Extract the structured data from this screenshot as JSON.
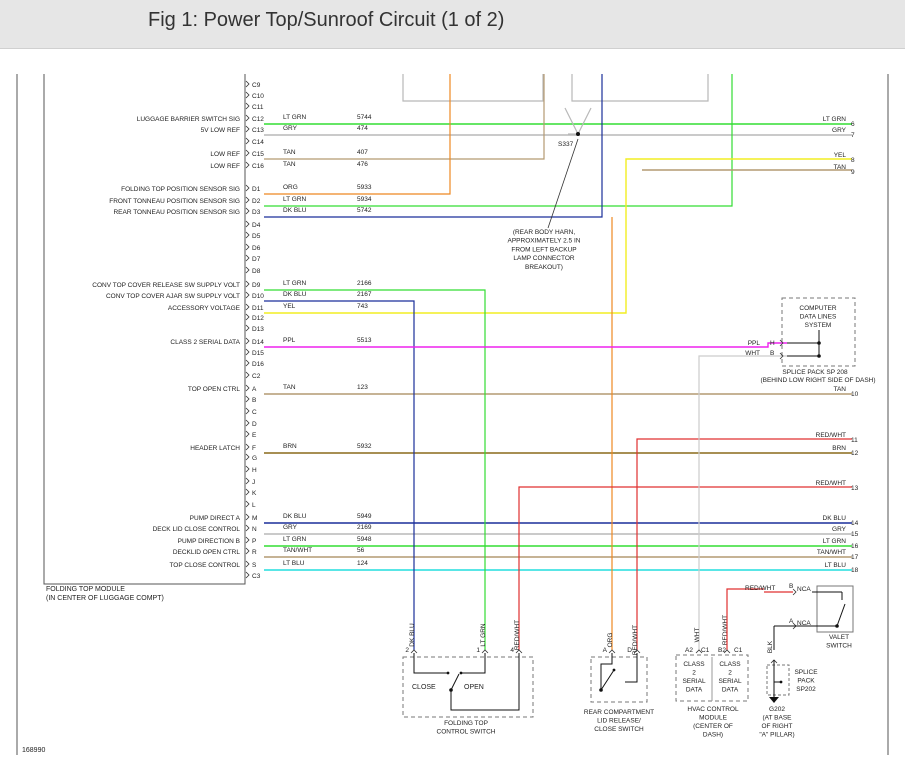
{
  "title": "Fig 1: Power Top/Sunroof Circuit (1 of 2)",
  "module": {
    "name": "FOLDING TOP MODULE",
    "location": "(IN CENTER OF LUGGAGE COMPT)"
  },
  "figure_id": "168990",
  "empty_pins": [
    {
      "pin": "C9"
    },
    {
      "pin": "C10"
    },
    {
      "pin": "C11"
    },
    {
      "pin": "C14"
    },
    {
      "pin": "D4"
    },
    {
      "pin": "D5"
    },
    {
      "pin": "D6"
    },
    {
      "pin": "D7"
    },
    {
      "pin": "D8"
    },
    {
      "pin": "D12"
    },
    {
      "pin": "D13"
    },
    {
      "pin": "D15"
    },
    {
      "pin": "D16"
    },
    {
      "pin": "C2"
    },
    {
      "pin": "B"
    },
    {
      "pin": "C"
    },
    {
      "pin": "D"
    },
    {
      "pin": "E"
    },
    {
      "pin": "G"
    },
    {
      "pin": "H"
    },
    {
      "pin": "J"
    },
    {
      "pin": "K"
    },
    {
      "pin": "L"
    },
    {
      "pin": "C3"
    }
  ],
  "circuits": [
    {
      "label": "LUGGAGE BARRIER SWITCH SIG",
      "pin": "C12",
      "color_name": "LT GRN",
      "circuit": "5744",
      "color": "#33dd33",
      "right_color": "LT GRN",
      "right_num": "6"
    },
    {
      "label": "5V LOW REF",
      "pin": "C13",
      "color_name": "GRY",
      "circuit": "474",
      "color": "#b8b8b8",
      "right_color": "GRY",
      "right_num": "7"
    },
    {
      "label": "LOW REF",
      "pin": "C15",
      "color_name": "TAN",
      "circuit": "407",
      "color": "#b49a72"
    },
    {
      "label": "LOW REF",
      "pin": "C16",
      "color_name": "TAN",
      "circuit": "476",
      "color": "#b49a72"
    },
    {
      "label": "FOLDING TOP POSITION SENSOR SIG",
      "pin": "D1",
      "color_name": "ORG",
      "circuit": "5933",
      "color": "#ee8822"
    },
    {
      "label": "FRONT TONNEAU POSITION SENSOR SIG",
      "pin": "D2",
      "color_name": "LT GRN",
      "circuit": "5934",
      "color": "#33dd33"
    },
    {
      "label": "REAR TONNEAU POSITION SENSOR SIG",
      "pin": "D3",
      "color_name": "DK BLU",
      "circuit": "5742",
      "color": "#1a2f9a"
    },
    {
      "label": "CONV TOP COVER RELEASE SW SUPPLY VOLT",
      "pin": "D9",
      "color_name": "LT GRN",
      "circuit": "2166",
      "color": "#33dd33"
    },
    {
      "label": "CONV TOP COVER AJAR SW SUPPLY VOLT",
      "pin": "D10",
      "color_name": "DK BLU",
      "circuit": "2167",
      "color": "#1a2f9a"
    },
    {
      "label": "ACCESSORY VOLTAGE",
      "pin": "D11",
      "color_name": "YEL",
      "circuit": "743",
      "color": "#f2ee22"
    },
    {
      "label": "CLASS 2 SERIAL DATA",
      "pin": "D14",
      "color_name": "PPL",
      "circuit": "5513",
      "color": "#ee22ee"
    },
    {
      "label": "TOP OPEN CTRL",
      "pin": "A",
      "color_name": "TAN",
      "circuit": "123",
      "color": "#b49a72",
      "right_color": "TAN",
      "right_num": "10"
    },
    {
      "label": "HEADER LATCH",
      "pin": "F",
      "color_name": "BRN",
      "circuit": "5932",
      "color": "#8a6a1a",
      "right_color": "BRN",
      "right_num": "12"
    },
    {
      "label": "PUMP DIRECT A",
      "pin": "M",
      "color_name": "DK BLU",
      "circuit": "5949",
      "color": "#1a2f9a",
      "right_color": "DK BLU",
      "right_num": "14"
    },
    {
      "label": "DECK LID CLOSE CONTROL",
      "pin": "N",
      "color_name": "GRY",
      "circuit": "2169",
      "color": "#b8b8b8",
      "right_color": "GRY",
      "right_num": "15"
    },
    {
      "label": "PUMP DIRECTION B",
      "pin": "P",
      "color_name": "LT GRN",
      "circuit": "5948",
      "color": "#33dd33",
      "right_color": "LT GRN",
      "right_num": "16"
    },
    {
      "label": "DECKLID OPEN CTRL",
      "pin": "R",
      "color_name": "TAN/WHT",
      "circuit": "56",
      "color": "#b49a72",
      "right_color": "TAN/WHT",
      "right_num": "17"
    },
    {
      "label": "TOP CLOSE CONTROL",
      "pin": "S",
      "color_name": "LT BLU",
      "circuit": "124",
      "color": "#22dddd",
      "right_color": "LT BLU",
      "right_num": "18"
    }
  ],
  "other_right_labels": [
    {
      "color": "YEL",
      "num": "8"
    },
    {
      "color": "TAN",
      "num": "9"
    },
    {
      "color": "RED/WHT",
      "num": "11"
    },
    {
      "color": "RED/WHT",
      "num": "13"
    }
  ],
  "splice_s337": "S337",
  "harness_note": [
    "(REAR BODY HARN,",
    "APPROXIMATELY 2.5 IN",
    "FROM LEFT BACKUP",
    "LAMP CONNECTOR",
    "BREAKOUT)"
  ],
  "data_lines": {
    "title": [
      "COMPUTER",
      "DATA LINES",
      "SYSTEM"
    ],
    "ppl": "PPL",
    "pin_h": "H",
    "wht": "WHT",
    "pin_b": "B",
    "caption": [
      "SPLICE PACK SP 208",
      "(BEHIND LOW RIGHT SIDE OF DASH)"
    ]
  },
  "folding_switch": {
    "wires": [
      "DK BLU",
      "LT GRN",
      "RED/WHT"
    ],
    "pins": [
      "2",
      "1",
      "4"
    ],
    "close": "CLOSE",
    "open": "OPEN",
    "caption": [
      "FOLDING TOP",
      "CONTROL SWITCH"
    ]
  },
  "lid_switch": {
    "wires": [
      "ORG",
      "RED/WHT"
    ],
    "pins": [
      "A",
      "D"
    ],
    "caption": [
      "REAR COMPARTMENT",
      "LID RELEASE/",
      "CLOSE SWITCH"
    ]
  },
  "hvac": {
    "wires": [
      "WHT",
      "RED/WHT"
    ],
    "pins": [
      "A2",
      "C1",
      "B2",
      "C1"
    ],
    "box1": [
      "CLASS",
      "2",
      "SERIAL",
      "DATA"
    ],
    "box2": [
      "CLASS",
      "2",
      "SERIAL",
      "DATA"
    ],
    "caption": [
      "HVAC CONTROL",
      "MODULE",
      "(CENTER OF",
      "DASH)"
    ]
  },
  "valet": {
    "wire_top": "RED/WHT",
    "pin_b": "B",
    "nca1": "NCA",
    "pin_a": "A",
    "nca2": "NCA",
    "caption": [
      "VALET",
      "SWITCH"
    ]
  },
  "ground": {
    "wire": "BLK",
    "splice": [
      "SPLICE",
      "PACK",
      "SP202"
    ],
    "g": [
      "G202",
      "(AT BASE",
      "OF RIGHT",
      "\"A\" PILLAR)"
    ]
  }
}
